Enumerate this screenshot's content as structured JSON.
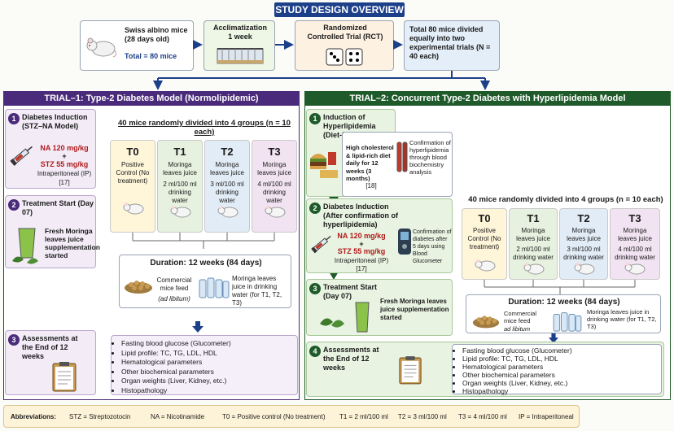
{
  "title": "STUDY DESIGN OVERVIEW",
  "flow": {
    "mice_line1": "Swiss albino mice",
    "mice_line2": "(28 days old)",
    "mice_total": "Total = 80 mice",
    "accl_line1": "Acclimatization",
    "accl_line2": "1 week",
    "rct_line1": "Randomized",
    "rct_line2": "Controlled Trial (RCT)",
    "div_text": "Total 80 mice divided equally into two experimental trials (N = 40 each)"
  },
  "trial1": {
    "header": "TRIAL–1: Type-2 Diabetes Model (Normolipidemic)",
    "step1_num": "1",
    "step1_title": "Diabetes Induction (STZ–NA Model)",
    "step1_dose1": "NA 120 mg/kg",
    "step1_plus": "+",
    "step1_dose2": "STZ 55 mg/kg",
    "step1_route": "Intraperitoneal (IP)",
    "step1_ref": "[17]",
    "step2_num": "2",
    "step2_title": "Treatment Start (Day 07)",
    "step2_text": "Fresh Moringa leaves juice supplementation started",
    "random_text": "40 mice randomly divided into 4 groups (n = 10 each)",
    "groups": [
      {
        "label": "T0",
        "desc": "Positive Control (No treatment)"
      },
      {
        "label": "T1",
        "desc": "Moringa leaves juice",
        "dose": "2 ml/100 ml drinking water"
      },
      {
        "label": "T2",
        "desc": "Moringa leaves juice",
        "dose": "3 ml/100 ml drinking water"
      },
      {
        "label": "T3",
        "desc": "Moringa leaves juice",
        "dose": "4 ml/100 ml drinking water"
      }
    ],
    "duration": "Duration: 12 weeks (84 days)",
    "feed_text": "Commercial mice feed",
    "feed_sub": "(ad libitum)",
    "juice_text": "Moringa leaves juice in drinking water (for T1, T2, T3)",
    "step3_num": "3",
    "step3_title": "Assessments at the End of 12 weeks",
    "assessments": [
      "Fasting blood glucose (Glucometer)",
      "Lipid profile: TC, TG, LDL, HDL",
      "Hematological parameters",
      "Other biochemical parameters",
      "Organ weights (Liver, Kidney, etc.)",
      "Histopathology"
    ]
  },
  "trial2": {
    "header": "TRIAL–2: Concurrent Type-2 Diabetes with Hyperlipidemia Model",
    "step1_num": "1",
    "step1_title": "Induction of Hyperlipidemia",
    "step1_sub": "(Diet-Induced)",
    "step1_diet": "High cholesterol & lipid-rich diet daily for 12 weeks (3 months)",
    "step1_ref": "[18]",
    "step1_confirm": "Confirmation of hyperlipidemia through blood biochemistry analysis",
    "step2_num": "2",
    "step2_title": "Diabetes Induction (After confirmation of hyperlipidemia)",
    "step2_dose1": "NA 120 mg/kg",
    "step2_plus": "+",
    "step2_dose2": "STZ 55 mg/kg",
    "step2_route": "Intraperitoneal (IP)",
    "step2_ref": "[17]",
    "step2_confirm": "Confirmation of diabetes after 5 days using Blood Glucometer",
    "step3_num": "3",
    "step3_title": "Treatment Start (Day 07)",
    "step3_text": "Fresh Moringa leaves juice supplementation started",
    "random_text": "40 mice randomly divided into 4 groups (n = 10 each)",
    "groups": [
      {
        "label": "T0",
        "desc": "Positive Control (No treatment)"
      },
      {
        "label": "T1",
        "desc": "Moringa leaves juice",
        "dose": "2 ml/100 ml drinking water"
      },
      {
        "label": "T2",
        "desc": "Moringa leaves juice",
        "dose": "3 ml/100 ml drinking water"
      },
      {
        "label": "T3",
        "desc": "Moringa leaves juice",
        "dose": "4 ml/100 ml drinking water"
      }
    ],
    "duration": "Duration: 12 weeks (84 days)",
    "feed_text": "Commercial mice feed",
    "feed_sub": "ad libitum",
    "juice_text": "Moringa leaves juice in drinking water (for T1, T2, T3)",
    "step4_num": "4",
    "step4_title": "Assessments at the End of 12 weeks",
    "assessments": [
      "Fasting blood glucose (Glucometer)",
      "Lipid profile: TC, TG, LDL, HDL",
      "Hematological parameters",
      "Other biochemical parameters",
      "Organ weights (Liver, Kidney, etc.)",
      "Histopathology"
    ]
  },
  "abbreviations": {
    "label": "Abbreviations:",
    "items": [
      "STZ = Streptozotocin",
      "NA = Nicotinamide",
      "T0 = Positive control (No treatment)",
      "T1 = 2 ml/100 ml",
      "T2 = 3 ml/100 ml",
      "T3 = 4 ml/100 ml",
      "IP = Intraperitoneal"
    ]
  },
  "colors": {
    "navy": "#1c3f8a",
    "trial1": "#4a2a7a",
    "trial2": "#1f5a2a",
    "t0": "#fff6da",
    "t1": "#e6f2df",
    "t2": "#e2ecf6",
    "t3": "#f1e3f1"
  }
}
